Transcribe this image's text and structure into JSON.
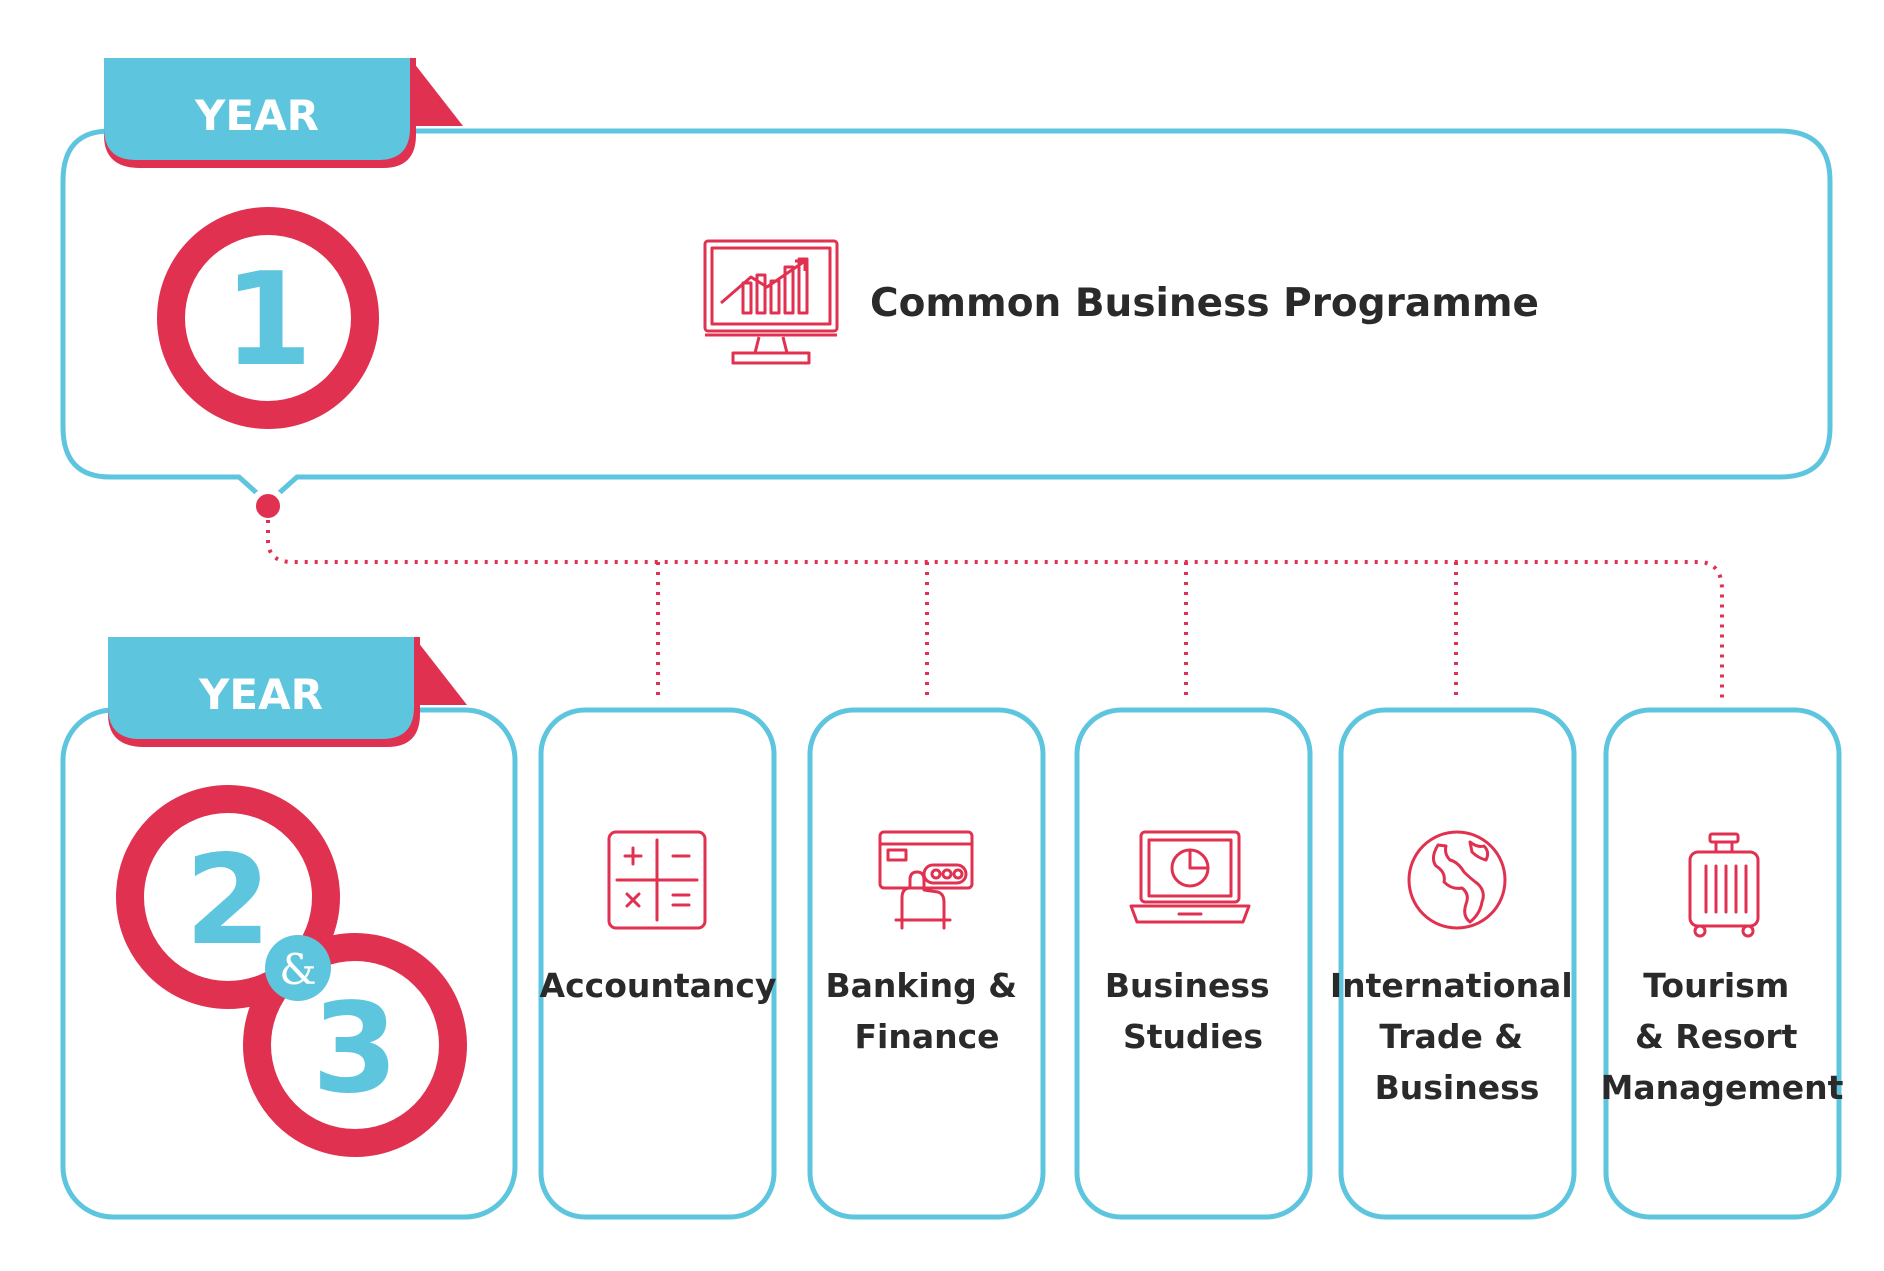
{
  "colors": {
    "blue": "#5ec5de",
    "red": "#e03150",
    "text": "#2a2a2a"
  },
  "year1": {
    "tab_label": "YEAR",
    "number": "1",
    "programme": "Common Business Programme",
    "icon": "chart-monitor-icon"
  },
  "year23": {
    "tab_label": "YEAR",
    "number_a": "2",
    "connector": "&",
    "number_b": "3"
  },
  "programmes": [
    {
      "lines": [
        "Accountancy"
      ],
      "icon": "calculator-icon"
    },
    {
      "lines": [
        "Banking &",
        "Finance"
      ],
      "icon": "card-payment-icon"
    },
    {
      "lines": [
        "Business",
        "Studies"
      ],
      "icon": "laptop-pie-chart-icon"
    },
    {
      "lines": [
        "International",
        "Trade &",
        "Business"
      ],
      "icon": "globe-icon"
    },
    {
      "lines": [
        "Tourism",
        "& Resort",
        "Management"
      ],
      "icon": "suitcase-icon"
    }
  ]
}
